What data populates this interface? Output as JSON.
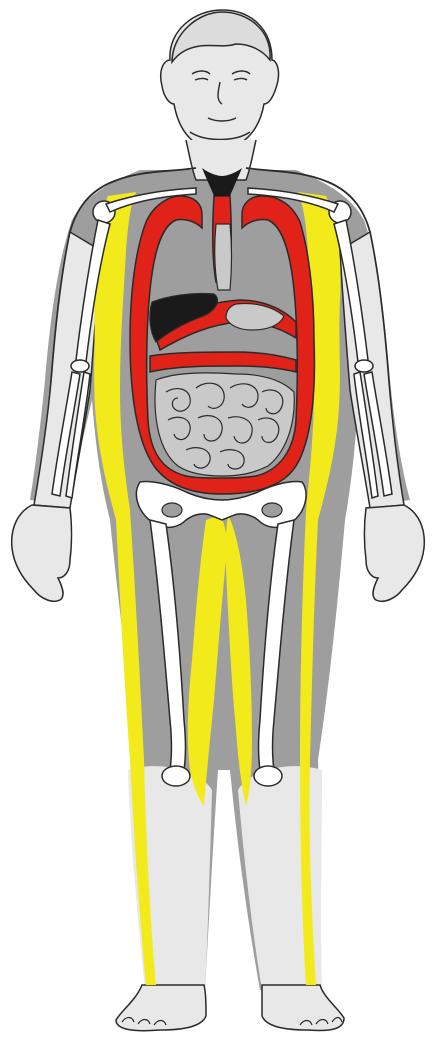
{
  "figure": {
    "description_text": "",
    "colors": {
      "background": "#ffffff",
      "outline": "#2a2a2a",
      "skin": "#e8e8e8",
      "body_shadow": "#9e9e9e",
      "bone": "#ffffff",
      "fat": "#f2ea1a",
      "vessel": "#e02218",
      "organ_gray": "#c9c9c9",
      "liver_dark": "#1a1a1a"
    },
    "layers": [
      "skin-outline",
      "subcutaneous-fat",
      "skeleton",
      "aorta-loop",
      "intestines",
      "liver",
      "leg-fat-strands"
    ]
  }
}
